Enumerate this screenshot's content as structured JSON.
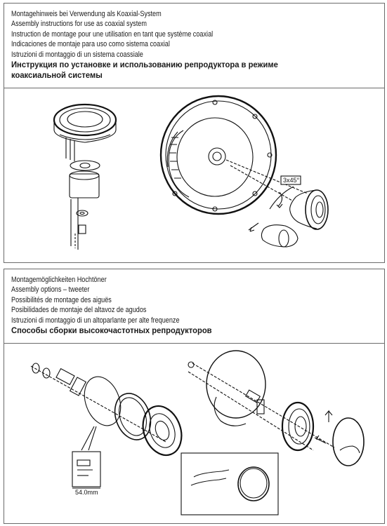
{
  "section1": {
    "lines": [
      "Montagehinweis bei Verwendung als Koaxial-System",
      "Assembly instructions for use as coaxial system",
      "Instruction de montage pour une utilisation en tant que système coaxial",
      "Indicaciones de montaje para uso como sistema coaxial",
      "Istruzioni di montaggio di un sistema coassiale"
    ],
    "bold_lines": [
      "Инструкция по установке и использованию репродуктора в режиме",
      "коаксиальной системы"
    ],
    "screw_label": "3x45°"
  },
  "section2": {
    "lines": [
      "Montagemöglichkeiten Hochtöner",
      "Assembly options – tweeter",
      "Possibilités de montage des aiguës",
      "Posibilidades de montaje del altavoz de agudos",
      "Istruzioni di montaggio di un altoparlante per alte frequenze"
    ],
    "bold_lines": [
      "Способы сборки высокочастотных репродукторов"
    ],
    "dimension_label": "54.0mm"
  }
}
